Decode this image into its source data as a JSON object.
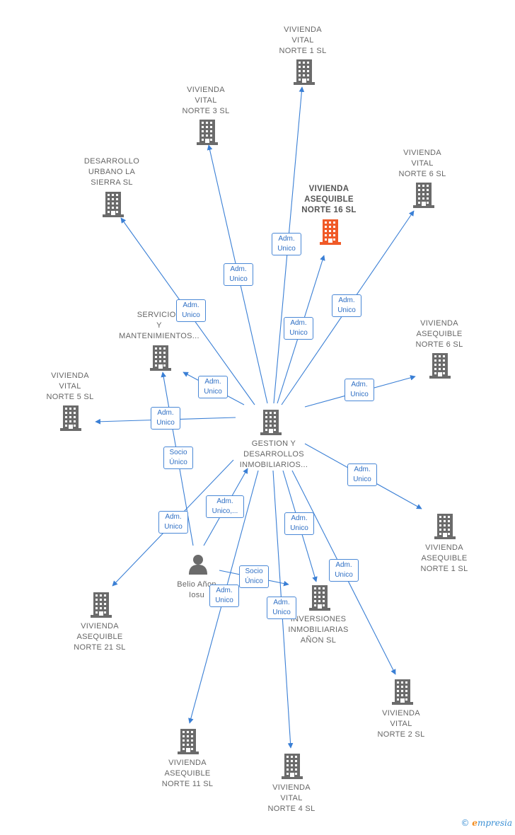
{
  "colors": {
    "edge": "#3a7fd5",
    "building": "#6b6b6b",
    "building_focus": "#f05a28",
    "person": "#6b6b6b",
    "label_text": "#666666",
    "edge_label_border": "#4a88d6"
  },
  "nodes": [
    {
      "id": "n1",
      "label": "VIVIENDA\nVITAL\nNORTE 1  SL",
      "icon": "building-icon"
    },
    {
      "id": "n2",
      "label": "VIVIENDA\nVITAL\nNORTE 3  SL",
      "icon": "building-icon"
    },
    {
      "id": "n3",
      "label": "DESARROLLO\nURBANO LA\nSIERRA  SL",
      "icon": "building-icon"
    },
    {
      "id": "n4",
      "label": "VIVIENDA\nASEQUIBLE\nNORTE 16  SL",
      "icon": "building-icon",
      "focus": true
    },
    {
      "id": "n5",
      "label": "VIVIENDA\nVITAL\nNORTE 6  SL",
      "icon": "building-icon"
    },
    {
      "id": "n6",
      "label": "SERVICIOS\nY\nMANTENIMIENTOS...",
      "icon": "building-icon"
    },
    {
      "id": "n7",
      "label": "VIVIENDA\nASEQUIBLE\nNORTE 6  SL",
      "icon": "building-icon"
    },
    {
      "id": "n8",
      "label": "VIVIENDA\nVITAL\nNORTE 5  SL",
      "icon": "building-icon"
    },
    {
      "id": "n9",
      "label": "GESTION Y\nDESARROLLOS\nINMOBILIARIOS...",
      "icon": "building-icon"
    },
    {
      "id": "n10",
      "label": "VIVIENDA\nASEQUIBLE\nNORTE 1  SL",
      "icon": "building-icon"
    },
    {
      "id": "n11",
      "label": "Belio Añon\nIosu",
      "icon": "person-icon"
    },
    {
      "id": "n12",
      "label": "VIVIENDA\nASEQUIBLE\nNORTE 21  SL",
      "icon": "building-icon"
    },
    {
      "id": "n13",
      "label": "INVERSIONES\nINMOBILIARIAS\nAÑON  SL",
      "icon": "building-icon"
    },
    {
      "id": "n14",
      "label": "VIVIENDA\nVITAL\nNORTE 2  SL",
      "icon": "building-icon"
    },
    {
      "id": "n15",
      "label": "VIVIENDA\nASEQUIBLE\nNORTE 11  SL",
      "icon": "building-icon"
    },
    {
      "id": "n16",
      "label": "VIVIENDA\nVITAL\nNORTE 4  SL",
      "icon": "building-icon"
    }
  ],
  "edges": [
    {
      "from": "n9",
      "to": "n1",
      "label": "Adm.\nUnico"
    },
    {
      "from": "n9",
      "to": "n2",
      "label": "Adm.\nUnico"
    },
    {
      "from": "n9",
      "to": "n3",
      "label": "Adm.\nUnico"
    },
    {
      "from": "n9",
      "to": "n4",
      "label": "Adm.\nUnico"
    },
    {
      "from": "n9",
      "to": "n5",
      "label": "Adm.\nUnico"
    },
    {
      "from": "n9",
      "to": "n6",
      "label": "Adm.\nUnico"
    },
    {
      "from": "n9",
      "to": "n7",
      "label": "Adm.\nUnico"
    },
    {
      "from": "n9",
      "to": "n8",
      "label": "Adm.\nUnico"
    },
    {
      "from": "n9",
      "to": "n10",
      "label": "Adm.\nUnico"
    },
    {
      "from": "n9",
      "to": "n13",
      "label": "Adm.\nUnico"
    },
    {
      "from": "n9",
      "to": "n14",
      "label": "Adm.\nUnico"
    },
    {
      "from": "n9",
      "to": "n12",
      "label": "Adm.\nUnico"
    },
    {
      "from": "n9",
      "to": "n15",
      "label": "Adm.\nUnico"
    },
    {
      "from": "n9",
      "to": "n16",
      "label": "Adm.\nUnico"
    },
    {
      "from": "n11",
      "to": "n9",
      "label": "Adm.\nUnico,..."
    },
    {
      "from": "n11",
      "to": "n6",
      "label": "Socio\nÚnico"
    },
    {
      "from": "n11",
      "to": "n13",
      "label": "Socio\nÚnico"
    }
  ],
  "brand": {
    "copyright": "©",
    "name": "mpresia",
    "initial": "e"
  }
}
